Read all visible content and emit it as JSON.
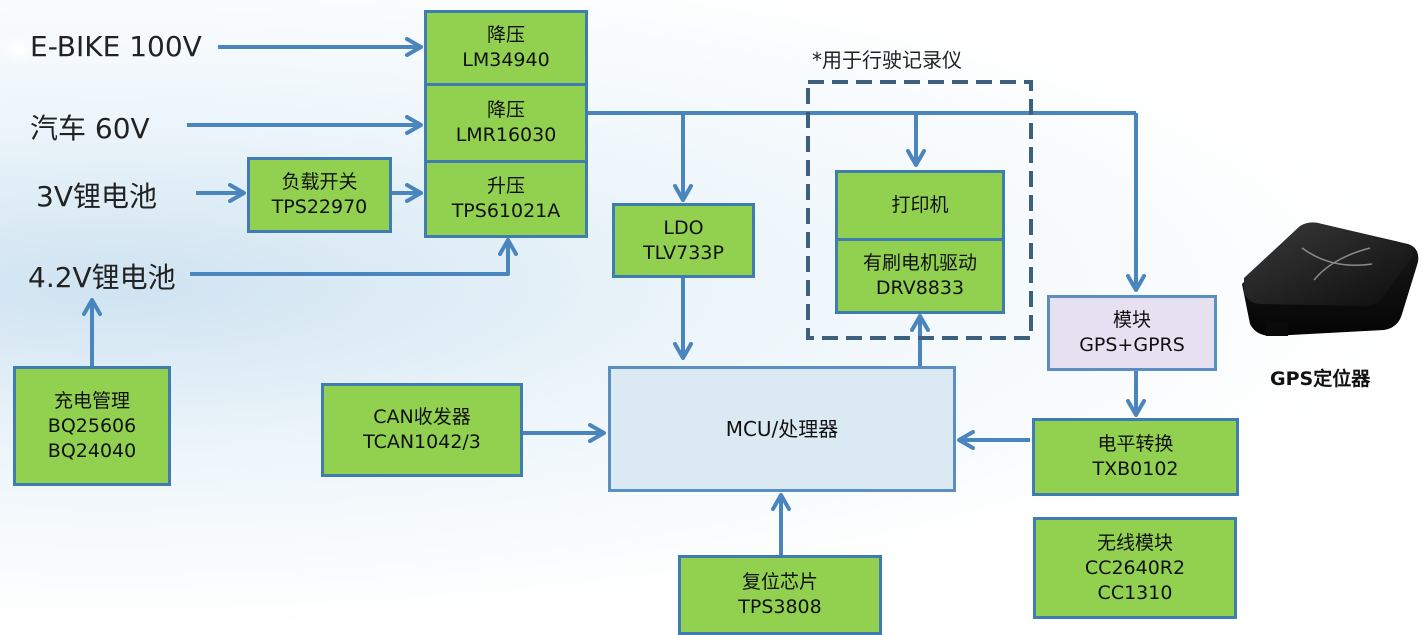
{
  "inputs": {
    "ebike": "E-BIKE 100V",
    "car": "汽车 60V",
    "li3v": "3V锂电池",
    "li42v": "4.2V锂电池"
  },
  "blocks": {
    "buck1": [
      "降压",
      "LM34940"
    ],
    "buck2": [
      "降压",
      "LMR16030"
    ],
    "boost": [
      "升压",
      "TPS61021A"
    ],
    "load_switch": [
      "负载开关",
      "TPS22970"
    ],
    "ldo": [
      "LDO",
      "TLV733P"
    ],
    "printer": "打印机",
    "motor_driver": [
      "有刷电机驱动",
      "DRV8833"
    ],
    "gps_module": [
      "模块",
      "GPS+GPRS"
    ],
    "mcu": "MCU/处理器",
    "can": [
      "CAN收发器",
      "TCAN1042/3"
    ],
    "level_shift": [
      "电平转换",
      "TXB0102"
    ],
    "wireless": [
      "无线模块",
      "CC2640R2",
      "CC1310"
    ],
    "reset": [
      "复位芯片",
      "TPS3808"
    ],
    "charger": [
      "充电管理",
      "BQ25606",
      "BQ24040"
    ]
  },
  "note": "*用于行驶记录仪",
  "product_caption": "GPS定位器",
  "colors": {
    "block_fill": "#92d050",
    "block_border": "#3e7cb1",
    "mcu_fill": "#dbe9f3",
    "gps_fill": "#e6e0f1",
    "arrow": "#4a86bd",
    "dashed_box": "#3d5f80"
  }
}
